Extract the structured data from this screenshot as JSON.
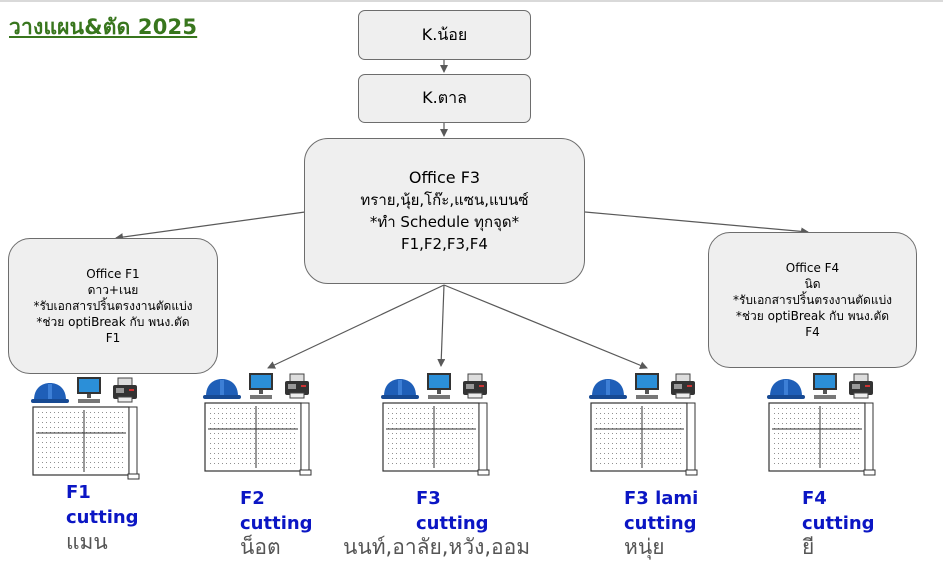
{
  "title": "วางแผน&ตัด 2025",
  "k_noi": "K.น้อย",
  "k_tal": "K.ตาล",
  "office_f3": {
    "lines": [
      "Office F3",
      "ทราย,นุ้ย,โก๊ะ,แซน,แบนซ์",
      "*ทำ Schedule ทุกจุด*",
      "F1,F2,F3,F4"
    ]
  },
  "office_f1": {
    "lines": [
      "Office F1",
      "ดาว+เนย",
      "*รับเอกสารปริ้นตรงงานตัดแบ่ง",
      "*ช่วย optiBreak กับ พนง.ตัด",
      "F1"
    ]
  },
  "office_f4": {
    "lines": [
      "Office F4",
      "นิด",
      "*รับเอกสารปริ้นตรงงานตัดแบ่ง",
      "*ช่วย optiBreak กับ พนง.ตัด",
      "F4"
    ]
  },
  "stations": [
    {
      "line1": "F1",
      "line2": "cutting",
      "staff": "แมน"
    },
    {
      "line1": "F2",
      "line2": "cutting",
      "staff": "น็อต"
    },
    {
      "line1": "F3",
      "line2": "cutting",
      "staff": "นนท์,อาลัย,หวัง,ออม"
    },
    {
      "line1": "F3 lami",
      "line2": "cutting",
      "staff": "หนุ่ย"
    },
    {
      "line1": "F4",
      "line2": "cutting",
      "staff": "ยี"
    }
  ],
  "icons": [
    "helmet-icon",
    "computer-icon",
    "printer-icon",
    "cutting-table-icon"
  ],
  "colors": {
    "title": "#38761d",
    "label": "#0b16c4",
    "staff": "#555555",
    "box_fill": "#efefef"
  }
}
